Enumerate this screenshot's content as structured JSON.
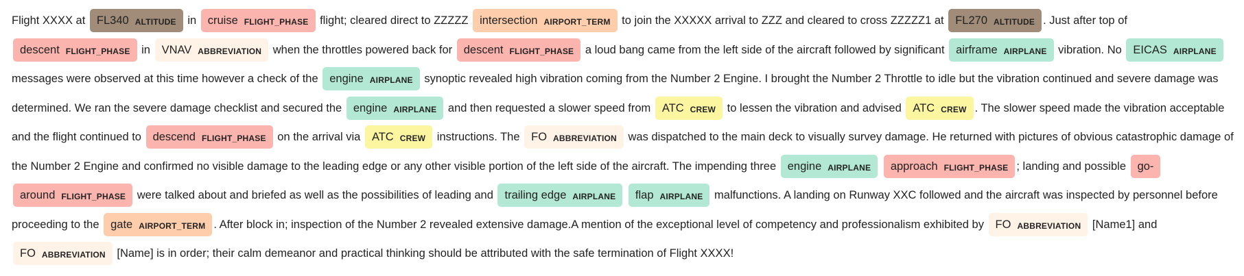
{
  "label_colors": {
    "ALTITUDE": "#a08c78",
    "FLIGHT_PHASE": "#fbb4ae",
    "AIRPORT_TERM": "#fdcdac",
    "ABBREVIATION": "#fef3e6",
    "AIRPLANE": "#b3e9d4",
    "CREW": "#fdf6a0"
  },
  "segments": [
    {
      "t": "Flight XXXX at "
    },
    {
      "e": "FL340",
      "l": "ALTITUDE"
    },
    {
      "t": " in "
    },
    {
      "e": "cruise",
      "l": "FLIGHT_PHASE"
    },
    {
      "t": " flight; cleared direct to ZZZZZ "
    },
    {
      "e": "intersection",
      "l": "AIRPORT_TERM"
    },
    {
      "t": " to join the XXXXX arrival to ZZZ and cleared to cross ZZZZZ1 at "
    },
    {
      "e": "FL270",
      "l": "ALTITUDE"
    },
    {
      "t": ". Just after top of "
    },
    {
      "e": "descent",
      "l": "FLIGHT_PHASE"
    },
    {
      "t": " in "
    },
    {
      "e": "VNAV",
      "l": "ABBREVIATION"
    },
    {
      "t": " when the throttles powered back for "
    },
    {
      "e": "descent",
      "l": "FLIGHT_PHASE"
    },
    {
      "t": " a loud bang came from the left side of the aircraft followed by significant "
    },
    {
      "e": "airframe",
      "l": "AIRPLANE"
    },
    {
      "t": " vibration. No "
    },
    {
      "e": "EICAS",
      "l": "AIRPLANE"
    },
    {
      "t": " messages were observed at this time however a check of the "
    },
    {
      "e": "engine",
      "l": "AIRPLANE"
    },
    {
      "t": " synoptic revealed high vibration coming from the Number 2 Engine. I brought the Number 2 Throttle to idle but the vibration continued and severe damage was determined. We ran the severe damage checklist and secured the "
    },
    {
      "e": "engine",
      "l": "AIRPLANE"
    },
    {
      "t": " and then requested a slower speed from "
    },
    {
      "e": "ATC",
      "l": "CREW"
    },
    {
      "t": " to lessen the vibration and advised "
    },
    {
      "e": "ATC",
      "l": "CREW"
    },
    {
      "t": ". The slower speed made the vibration acceptable and the flight continued to "
    },
    {
      "e": "descend",
      "l": "FLIGHT_PHASE"
    },
    {
      "t": " on the arrival via "
    },
    {
      "e": "ATC",
      "l": "CREW"
    },
    {
      "t": " instructions. The "
    },
    {
      "e": "FO",
      "l": "ABBREVIATION"
    },
    {
      "t": " was dispatched to the main deck to visually survey damage. He returned with pictures of obvious catastrophic damage of the Number 2 Engine and confirmed no visible damage to the leading edge or any other visible portion of the left side of the aircraft. The impending three "
    },
    {
      "e": "engine",
      "l": "AIRPLANE"
    },
    {
      "t": " "
    },
    {
      "e": "approach",
      "l": "FLIGHT_PHASE"
    },
    {
      "t": "; landing and possible "
    },
    {
      "e": "go-around",
      "l": "FLIGHT_PHASE"
    },
    {
      "t": " were talked about and briefed as well as the possibilities of leading and "
    },
    {
      "e": "trailing edge",
      "l": "AIRPLANE"
    },
    {
      "t": " "
    },
    {
      "e": "flap",
      "l": "AIRPLANE"
    },
    {
      "t": " malfunctions. A landing on Runway XXC followed and the aircraft was inspected by personnel before proceeding to the "
    },
    {
      "e": "gate",
      "l": "AIRPORT_TERM"
    },
    {
      "t": ". After block in; inspection of the Number 2 revealed extensive damage.A mention of the exceptional level of competency and professionalism exhibited by "
    },
    {
      "e": "FO",
      "l": "ABBREVIATION"
    },
    {
      "t": " [Name1] and "
    },
    {
      "e": "FO",
      "l": "ABBREVIATION"
    },
    {
      "t": " [Name] is in order; their calm demeanor and practical thinking should be attributed with the safe termination of Flight XXXX!"
    }
  ]
}
